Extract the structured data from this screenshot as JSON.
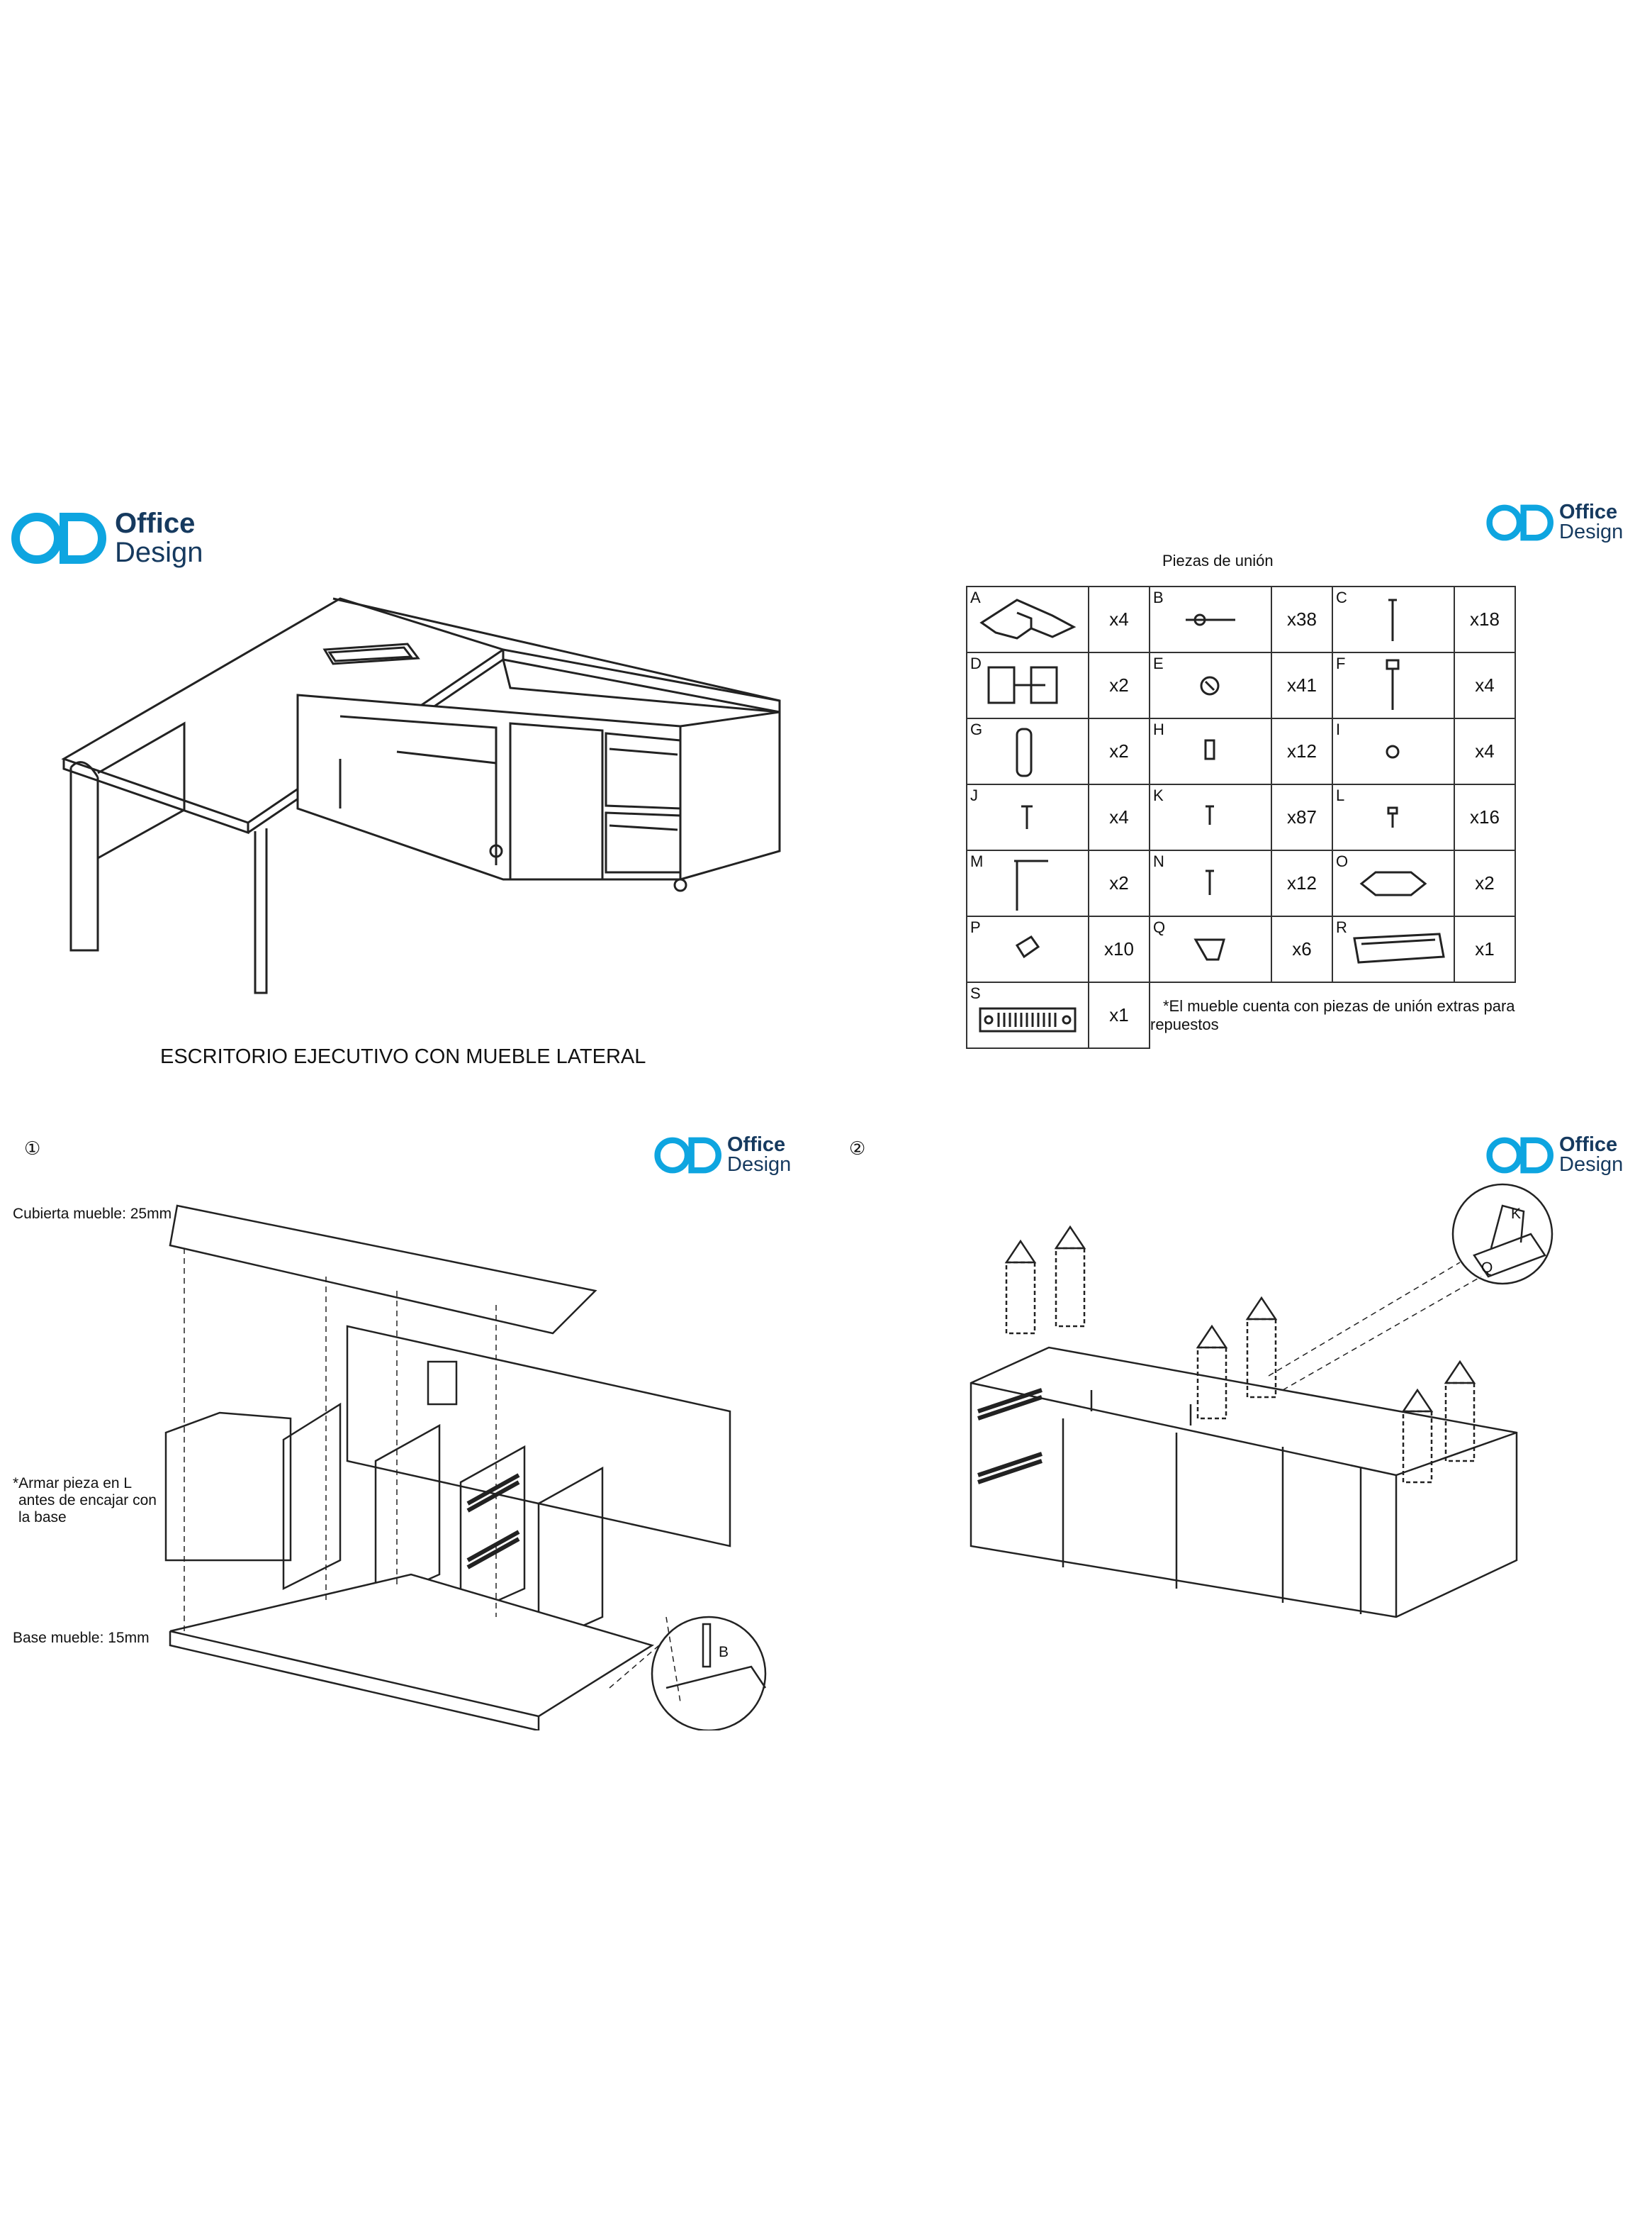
{
  "brand": {
    "line1": "Office",
    "line2": "Design",
    "color": "#0ea5e0",
    "text_color": "#163a5f"
  },
  "product_title": "ESCRITORIO EJECUTIVO CON MUEBLE LATERAL",
  "parts_panel": {
    "title": "Piezas de unión",
    "items": [
      {
        "letter": "A",
        "qty": "x4"
      },
      {
        "letter": "B",
        "qty": "x38"
      },
      {
        "letter": "C",
        "qty": "x18"
      },
      {
        "letter": "D",
        "qty": "x2"
      },
      {
        "letter": "E",
        "qty": "x41"
      },
      {
        "letter": "F",
        "qty": "x4"
      },
      {
        "letter": "G",
        "qty": "x2"
      },
      {
        "letter": "H",
        "qty": "x12"
      },
      {
        "letter": "I",
        "qty": "x4"
      },
      {
        "letter": "J",
        "qty": "x4"
      },
      {
        "letter": "K",
        "qty": "x87"
      },
      {
        "letter": "L",
        "qty": "x16"
      },
      {
        "letter": "M",
        "qty": "x2"
      },
      {
        "letter": "N",
        "qty": "x12"
      },
      {
        "letter": "O",
        "qty": "x2"
      },
      {
        "letter": "P",
        "qty": "x10"
      },
      {
        "letter": "Q",
        "qty": "x6"
      },
      {
        "letter": "R",
        "qty": "x1"
      },
      {
        "letter": "S",
        "qty": "x1"
      }
    ],
    "note": "*El mueble cuenta con piezas de unión extras para repuestos"
  },
  "step1": {
    "number": "①",
    "top_label": "Cubierta mueble: 25mm",
    "note_lines": [
      "*Armar pieza en L",
      "antes de encajar con",
      "la base"
    ],
    "bottom_label": "Base mueble: 15mm",
    "detail_letter": "B"
  },
  "step2": {
    "number": "②",
    "detail_letter_k": "K",
    "detail_letter_q": "Q"
  }
}
